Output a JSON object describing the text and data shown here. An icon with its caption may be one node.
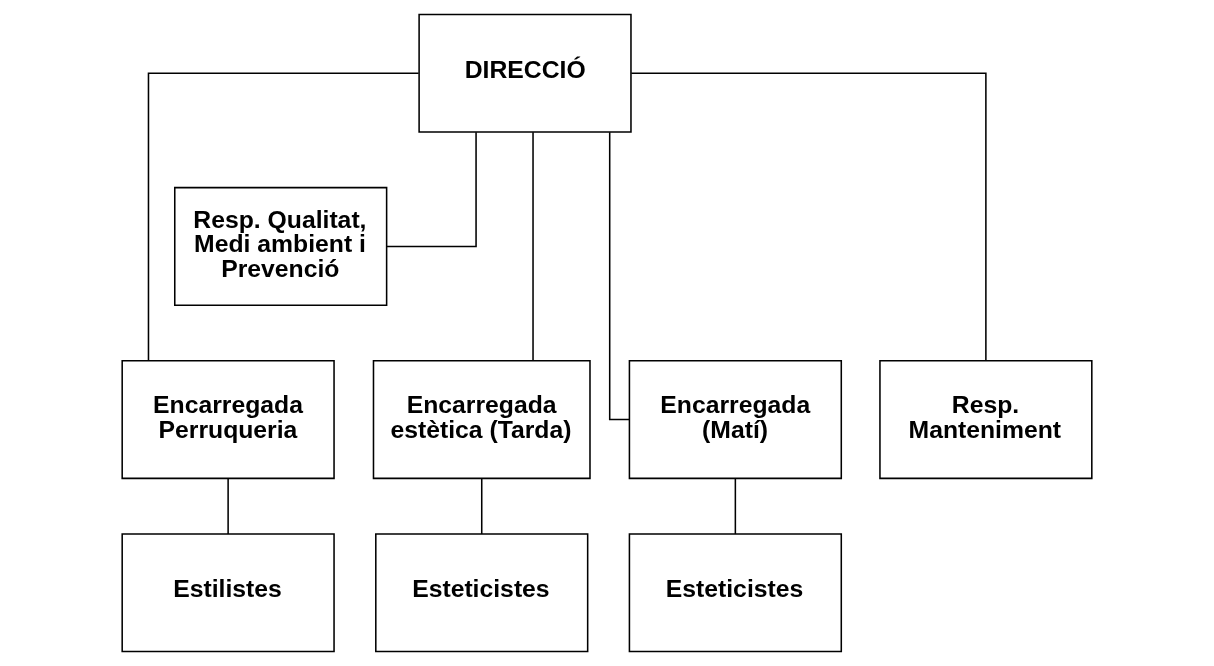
{
  "diagram": {
    "nodes": [
      {
        "text": [
          "DIRECCIÓ"
        ]
      },
      {
        "text": [
          "Resp. Qualitat, Medi ambient i Prevenció"
        ]
      },
      {
        "text": [
          "Encarregada Perruqueria"
        ]
      },
      {
        "text": [
          "Encarregada estètica (Tarda)"
        ]
      },
      {
        "text": [
          "Encarregada (Matí)"
        ]
      },
      {
        "text": [
          "Resp. Manteniment"
        ]
      },
      {
        "text": [
          "Estilistes"
        ]
      },
      {
        "text": [
          "Esteticistes"
        ]
      },
      {
        "text": [
          "Esteticistes"
        ]
      }
    ],
    "edges": [
      {
        "from": 0,
        "to": 1,
        "arrow": "none"
      },
      {
        "from": 0,
        "to": 2,
        "arrow": "none"
      },
      {
        "from": 0,
        "to": 3,
        "arrow": "none"
      },
      {
        "from": 0,
        "to": 4,
        "arrow": "none"
      },
      {
        "from": 0,
        "to": 5,
        "arrow": "none"
      },
      {
        "from": 2,
        "to": 6,
        "arrow": "none"
      },
      {
        "from": 3,
        "to": 7,
        "arrow": "none"
      },
      {
        "from": 4,
        "to": 8,
        "arrow": "none"
      }
    ]
  }
}
